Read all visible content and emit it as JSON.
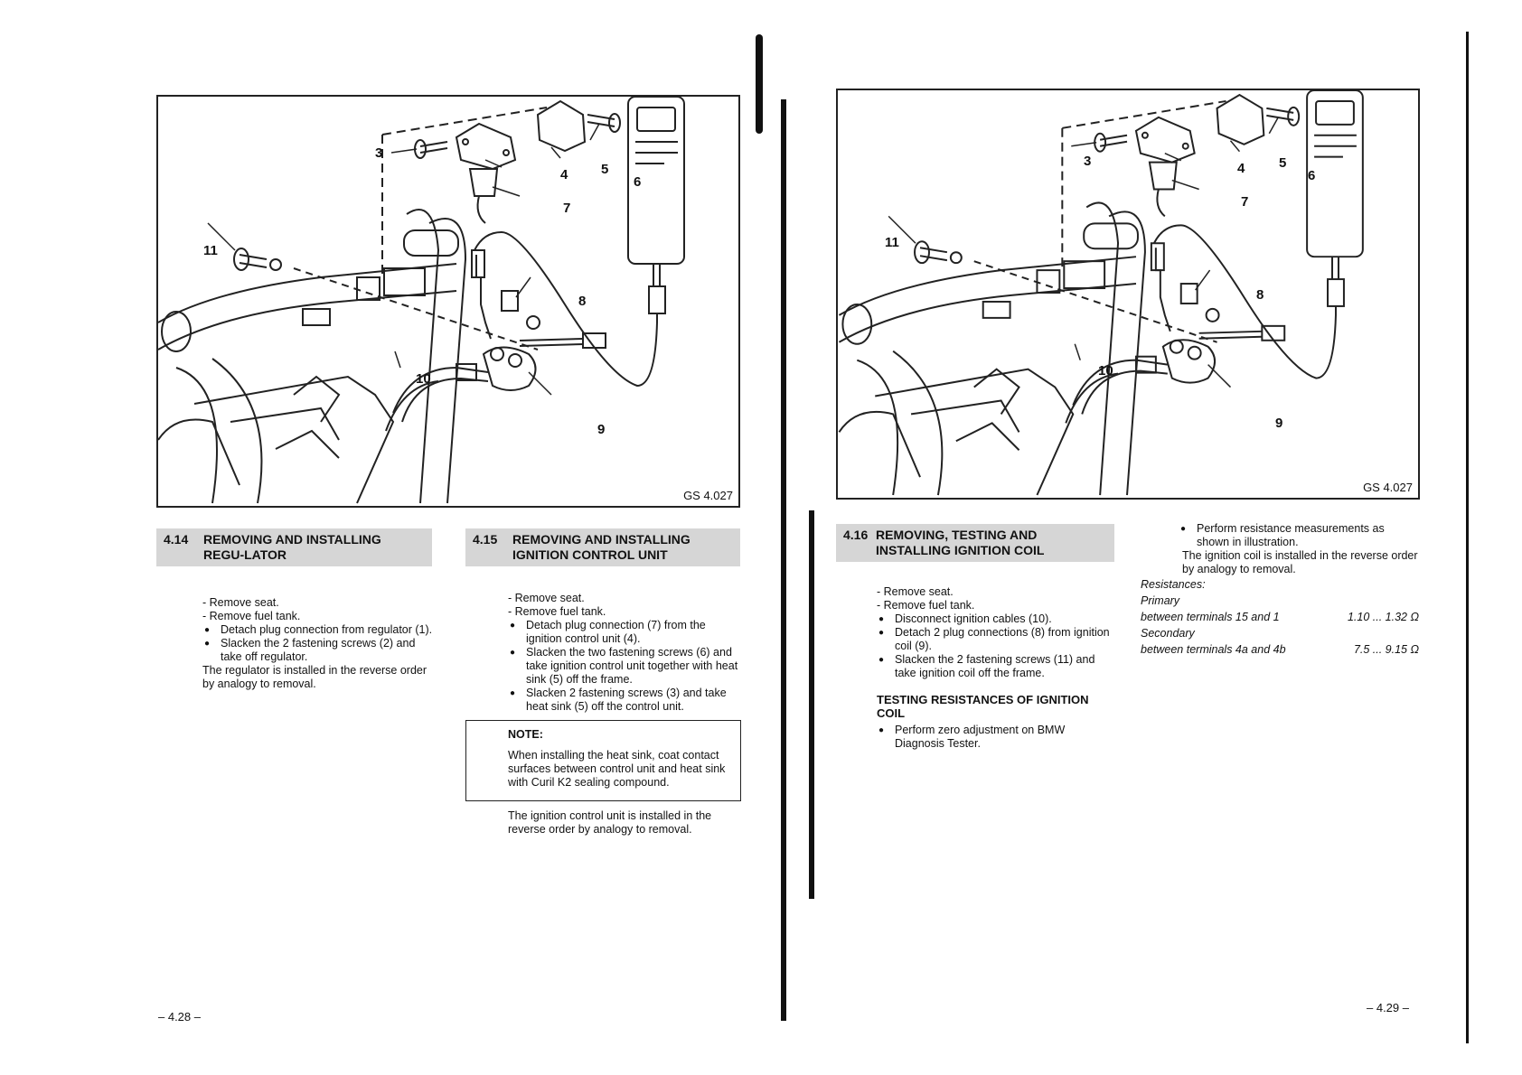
{
  "figure": {
    "code": "GS 4.027",
    "callouts": [
      "3",
      "4",
      "5",
      "6",
      "7",
      "8",
      "9",
      "10",
      "11"
    ]
  },
  "left_page": {
    "section_414": {
      "number": "4.14",
      "title": "REMOVING AND INSTALLING REGU-LATOR",
      "lines": [
        "- Remove seat.",
        "- Remove fuel tank."
      ],
      "bullets": [
        "Detach plug connection from regulator (1).",
        "Slacken the 2 fastening screws (2) and take off regulator."
      ],
      "closing": "The regulator is installed in the reverse order by analogy to removal."
    },
    "section_415": {
      "number": "4.15",
      "title": "REMOVING AND INSTALLING IGNITION CONTROL UNIT",
      "lines": [
        "- Remove seat.",
        "- Remove fuel tank."
      ],
      "bullets": [
        "Detach plug connection (7) from the ignition control unit (4).",
        "Slacken the two fastening screws (6) and take ignition control unit together with heat sink (5) off the frame.",
        "Slacken 2 fastening screws (3) and take heat sink (5) off the control unit."
      ],
      "note_title": "NOTE:",
      "note_text": "When installing the heat sink, coat contact surfaces between control unit and heat sink with Curil K2 sealing compound.",
      "closing": "The ignition control unit is installed in the reverse order by analogy to removal."
    },
    "page_number": "– 4.28 –"
  },
  "right_page": {
    "section_416": {
      "number": "4.16",
      "title": "REMOVING, TESTING AND INSTALLING IGNITION COIL",
      "lines": [
        "- Remove seat.",
        "- Remove fuel tank."
      ],
      "bullets": [
        "Disconnect ignition cables (10).",
        "Detach 2 plug connections (8) from ignition coil (9).",
        "Slacken the 2 fastening screws (11) and take ignition coil off the frame."
      ],
      "testing_heading": "TESTING RESISTANCES OF IGNITION COIL",
      "testing_bullets": [
        "Perform zero adjustment on BMW Diagnosis Tester."
      ]
    },
    "right_column": {
      "bullets": [
        "Perform resistance measurements as shown in illustration."
      ],
      "closing": "The ignition coil is installed in the reverse order by analogy to removal.",
      "resistances_label": "Resistances:",
      "primary_label": "Primary",
      "primary_terminals": "between terminals 15 and 1",
      "primary_value": "1.10 ... 1.32 Ω",
      "secondary_label": "Secondary",
      "secondary_terminals": "between terminals 4a and 4b",
      "secondary_value": "7.5 ... 9.15 Ω"
    },
    "page_number": "– 4.29 –"
  }
}
